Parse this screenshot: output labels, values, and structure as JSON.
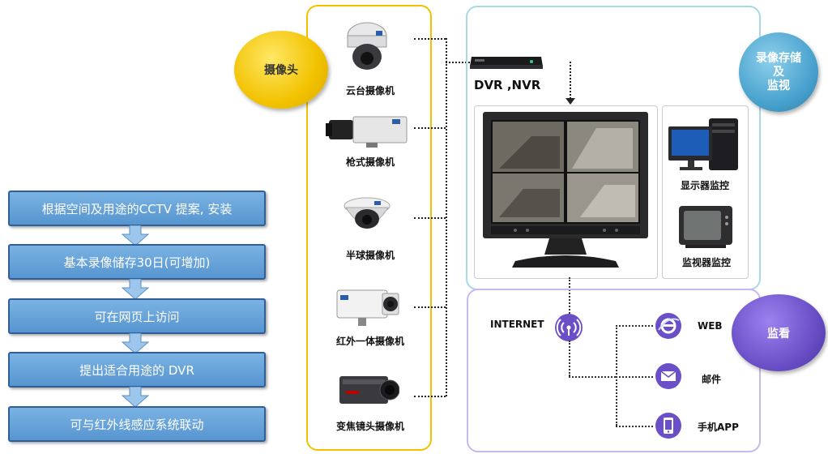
{
  "flow": {
    "steps": [
      "根据空间及用途的CCTV 提案, 安装",
      "基本录像储存30日(可增加)",
      "可在网页上访问",
      "提出适合用途的 DVR",
      "可与红外线感应系统联动"
    ]
  },
  "cameras": {
    "bubble_label": "摄像头",
    "items": [
      {
        "label": "云台摄像机",
        "icon": "dome-ptz-camera-icon"
      },
      {
        "label": "枪式摄像机",
        "icon": "box-camera-icon"
      },
      {
        "label": "半球摄像机",
        "icon": "dome-camera-icon"
      },
      {
        "label": "红外一体摄像机",
        "icon": "ir-bullet-camera-icon"
      },
      {
        "label": "变焦镜头摄像机",
        "icon": "zoom-camera-icon"
      }
    ]
  },
  "recording": {
    "bubble_line1": "录像存储",
    "bubble_line2": "及",
    "bubble_line3": "监视",
    "dvr_label": "DVR ,NVR",
    "monitor_label": "显示器监控",
    "tv_label": "监视器监控"
  },
  "viewing": {
    "bubble_label": "监看",
    "internet_label": "INTERNET",
    "web_label": "WEB",
    "mail_label": "邮件",
    "app_label": "手机APP"
  },
  "colors": {
    "yellow": "#f2c200",
    "blue_bubble": "#4aa3cf",
    "purple": "#6a4fc7",
    "step_fill": "#5f9bd5",
    "panel_cyan": "#a8d8e8",
    "panel_purple": "#c7b8ee"
  }
}
